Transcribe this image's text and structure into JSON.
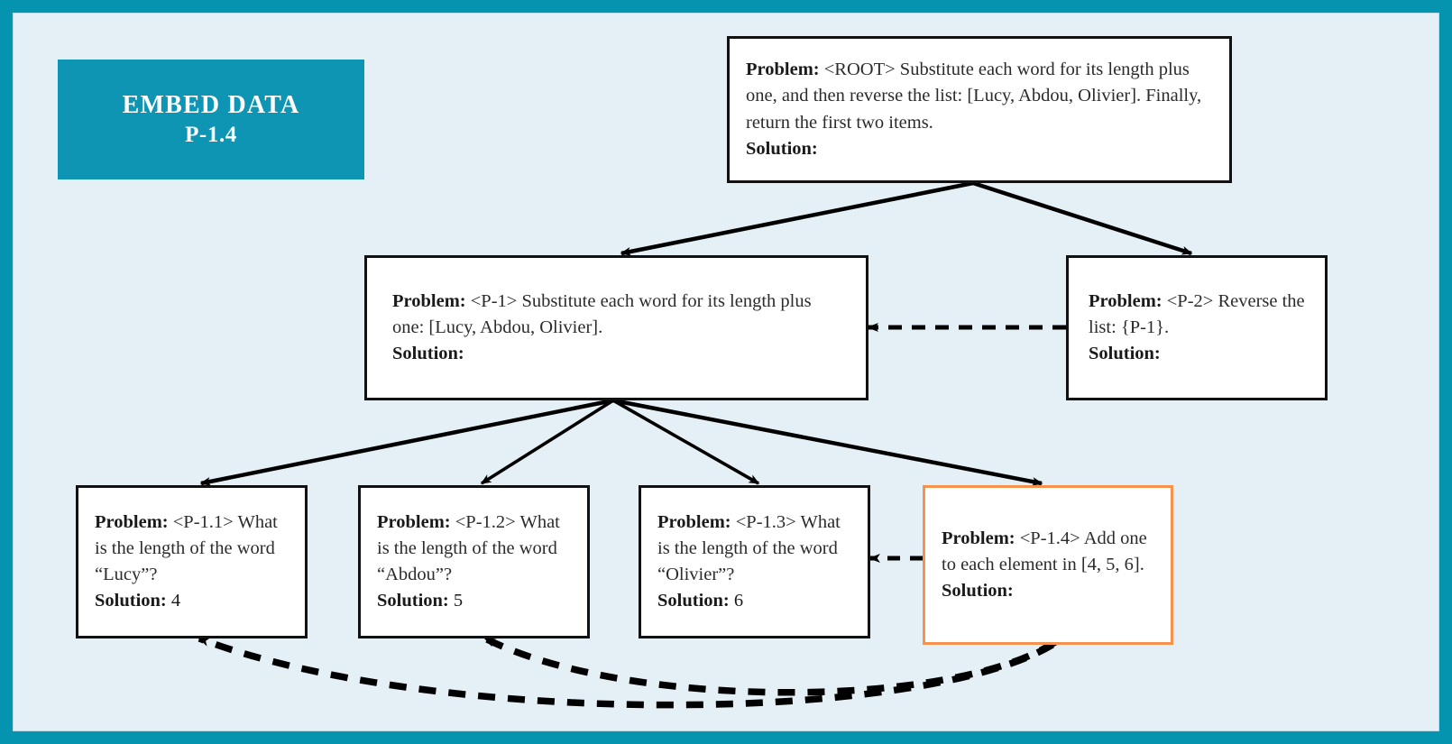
{
  "theme": {
    "frame_color": "#0594b0",
    "canvas_color": "#e5eff6",
    "badge_color": "#0e95b3",
    "node_border_color": "#111111",
    "highlight_color": "#f7924e",
    "edge_color": "#000000"
  },
  "badge": {
    "line1": "EMBED DATA",
    "line2": "P-1.4"
  },
  "labels": {
    "problem": "Problem:",
    "solution": "Solution:"
  },
  "nodes": {
    "root": {
      "id": "ROOT",
      "tag": "<ROOT>",
      "problem": "<ROOT> Substitute each word for its length plus one, and then reverse the list: [Lucy, Abdou, Olivier]. Finally, return the first two items.",
      "solution": ""
    },
    "p1": {
      "id": "P-1",
      "tag": "<P-1>",
      "problem": "<P-1> Substitute each word for its length plus one: [Lucy, Abdou, Olivier].",
      "solution": ""
    },
    "p2": {
      "id": "P-2",
      "tag": "<P-2>",
      "problem": "<P-2> Reverse the list: {P-1}.",
      "solution": ""
    },
    "p11": {
      "id": "P-1.1",
      "tag": "<P-1.1>",
      "problem": "<P-1.1> What is the length of the word “Lucy”?",
      "solution": "4"
    },
    "p12": {
      "id": "P-1.2",
      "tag": "<P-1.2>",
      "problem": "<P-1.2> What is the length of the word “Abdou”?",
      "solution": "5"
    },
    "p13": {
      "id": "P-1.3",
      "tag": "<P-1.3>",
      "problem": "<P-1.3> What is the length of the word “Olivier”?",
      "solution": "6"
    },
    "p14": {
      "id": "P-1.4",
      "tag": "<P-1.4>",
      "problem": "<P-1.4> Add one to each element in [4, 5, 6].",
      "solution": "",
      "highlighted": true
    }
  },
  "edges": [
    {
      "from": "ROOT",
      "to": "P-1",
      "style": "solid"
    },
    {
      "from": "ROOT",
      "to": "P-2",
      "style": "solid"
    },
    {
      "from": "P-1",
      "to": "P-1.1",
      "style": "solid"
    },
    {
      "from": "P-1",
      "to": "P-1.2",
      "style": "solid"
    },
    {
      "from": "P-1",
      "to": "P-1.3",
      "style": "solid"
    },
    {
      "from": "P-1",
      "to": "P-1.4",
      "style": "solid"
    },
    {
      "from": "P-2",
      "to": "P-1",
      "style": "dashed"
    },
    {
      "from": "P-1.4",
      "to": "P-1.3",
      "style": "dashed"
    },
    {
      "from": "P-1.4",
      "to": "P-1.1",
      "style": "dashed-curved"
    },
    {
      "from": "P-1.4",
      "to": "P-1.2",
      "style": "dashed-curved"
    }
  ]
}
